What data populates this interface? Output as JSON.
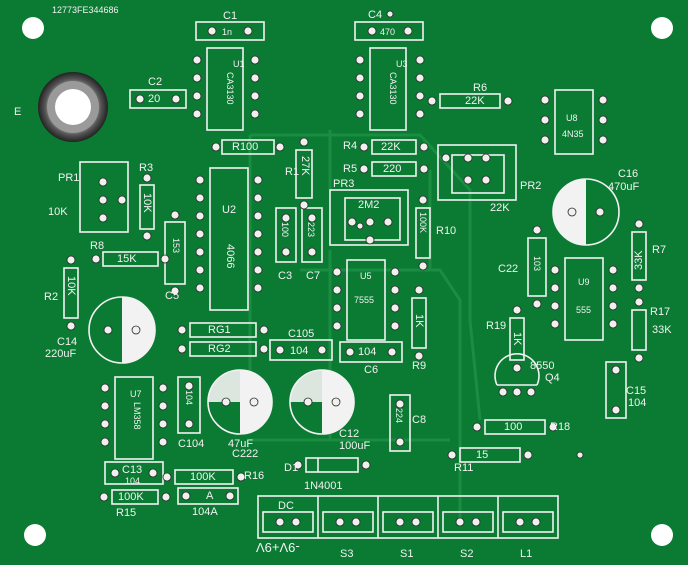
{
  "serial": "12773FE344686",
  "corner_mark": "E",
  "labels": {
    "c1": "C1",
    "c1v": "1n",
    "c4": "C4",
    "c4v": "470",
    "c2": "C2",
    "c2v": "20",
    "u1": "U1",
    "u1p": "CA3130",
    "u3": "U3",
    "u3p": "CA3130",
    "r6": "R6",
    "r6v": "22K",
    "u8": "U8",
    "u8p": "4N35",
    "r100": "R100",
    "r1": "R1",
    "r1v": "27K",
    "r4": "R4",
    "r4v": "22K",
    "r5": "R5",
    "r5v": "220",
    "pr1": "PR1",
    "pr1v": "10K",
    "r3": "R3",
    "r3v": "10K",
    "pr2": "PR2",
    "pr2v": "22K",
    "c16": "C16",
    "c16v": "470uF",
    "pr3": "PR3",
    "pr3v": "2M2",
    "u2": "U2",
    "u2p": "4066",
    "c3v": "100",
    "c7v": "223",
    "c3": "C3",
    "c7": "C7",
    "r10": "R10",
    "r10v": "100K",
    "r8": "R8",
    "r8v": "15K",
    "c5v": "153",
    "c5": "C5",
    "r7": "R7",
    "r7v": "33K",
    "c22": "C22",
    "c22v": "103",
    "u9": "U9",
    "u9p": "555",
    "u5": "U5",
    "u5p": "7555",
    "r2": "R2",
    "r2v": "10K",
    "r17": "R17",
    "r17v": "33K",
    "c14": "C14",
    "c14v": "220uF",
    "rg1": "RG1",
    "rg2": "RG2",
    "c105": "C105",
    "c105v": "104",
    "c6v": "104",
    "c6": "C6",
    "r9": "R9",
    "r9v": "1K",
    "r19": "R19",
    "r19v": "1K",
    "q4": "Q4",
    "q4p": "8550",
    "u7": "U7",
    "u7p": "LM358",
    "c104v": "104",
    "c104": "C104",
    "c222": "C222",
    "c222v": "47uF",
    "c12": "C12",
    "c12v": "100uF",
    "c8": "C8",
    "c8v": "224",
    "c15": "C15",
    "c15v": "104",
    "r18": "R18",
    "r18v": "100",
    "d1": "D1",
    "d1p": "1N4001",
    "r11": "R11",
    "r11v": "15",
    "c13": "C13",
    "c13v": "104",
    "r16": "R16",
    "r16v": "100K",
    "r15": "R15",
    "r15v": "100K",
    "a": "A",
    "a104": "104A",
    "dc": "DC",
    "dcv": "-9V+9V",
    "s3": "S3",
    "s1": "S1",
    "s2": "S2",
    "l1": "L1"
  },
  "colors": {
    "board": "#0b7a33",
    "silk": "#f2f2f2",
    "pad": "#f0f0ee",
    "trace": "#17923f"
  }
}
